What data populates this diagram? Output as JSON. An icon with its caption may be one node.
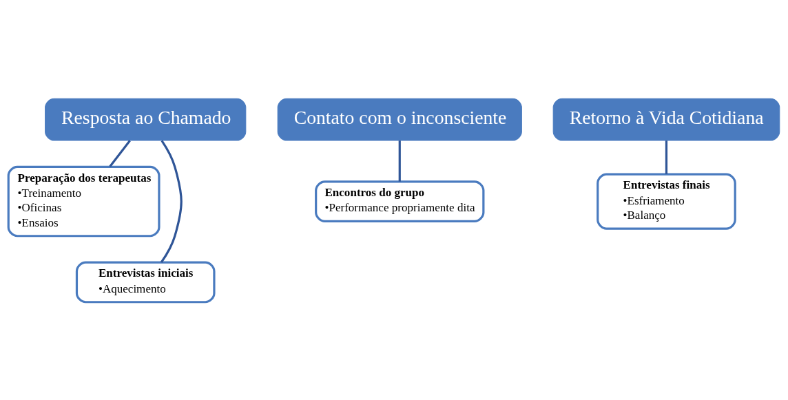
{
  "diagram": {
    "nodes": [
      {
        "text": [
          "Resposta ao Chamado"
        ]
      },
      {
        "text": [
          "Preparação dos terapeutas",
          "•Treinamento",
          "•Oficinas",
          "•Ensaios"
        ]
      },
      {
        "text": [
          "Entrevistas iniciais",
          "•Aquecimento"
        ]
      },
      {
        "text": [
          "Contato com o inconsciente"
        ]
      },
      {
        "text": [
          "Encontros do grupo",
          "•Performance propriamente dita"
        ]
      },
      {
        "text": [
          "Retorno à Vida Cotidiana"
        ]
      },
      {
        "text": [
          "Entrevistas finais",
          "•Esfriamento",
          "•Balanço"
        ]
      }
    ],
    "edges": [
      {
        "from": 0,
        "to": 1,
        "arrow": "none"
      },
      {
        "from": 0,
        "to": 2,
        "arrow": "none"
      },
      {
        "from": 3,
        "to": 4,
        "arrow": "none"
      },
      {
        "from": 5,
        "to": 6,
        "arrow": "none"
      }
    ]
  }
}
